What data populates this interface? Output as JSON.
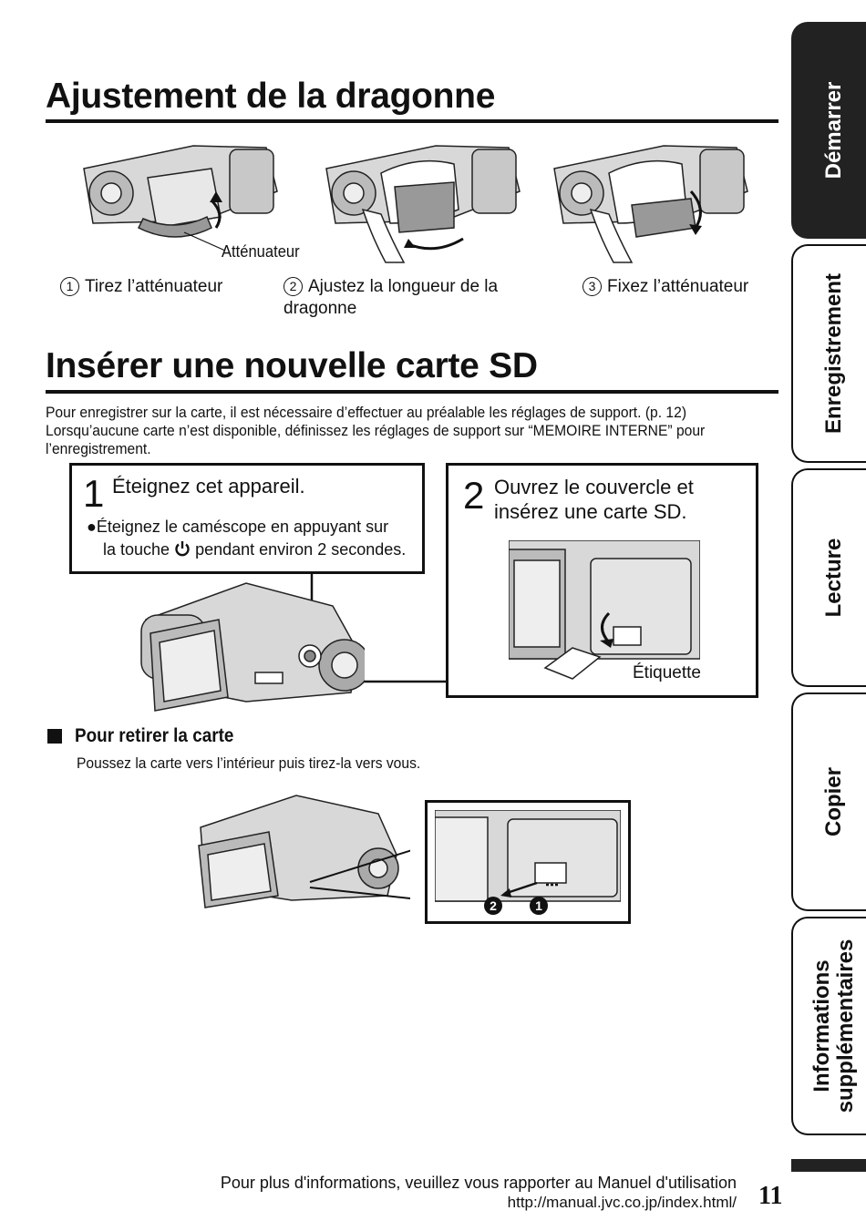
{
  "section1": {
    "title": "Ajustement de la dragonne",
    "callout": "Atténuateur",
    "steps": [
      {
        "num": "1",
        "label": "Tirez l’atténuateur"
      },
      {
        "num": "2",
        "label": "Ajustez la longueur de la dragonne"
      },
      {
        "num": "3",
        "label": "Fixez l’atténuateur"
      }
    ]
  },
  "section2": {
    "title": "Insérer une nouvelle carte SD",
    "intro": "Pour enregistrer sur la carte, il est nécessaire d’effectuer au préalable les réglages de support. (p. 12) Lorsqu’aucune carte n’est disponible, définissez les réglages de support sur “MEMOIRE INTERNE” pour l’enregistrement.",
    "step1": {
      "num": "1",
      "title": "Éteignez cet appareil.",
      "body_a": "Éteignez le caméscope en appuyant sur",
      "body_b": "la touche",
      "body_c": "pendant environ 2 secondes."
    },
    "step2": {
      "num": "2",
      "title": "Ouvrez le couvercle et insérez une carte SD.",
      "callout": "Étiquette"
    },
    "remove": {
      "title": "Pour retirer la carte",
      "body": "Poussez la carte vers l’intérieur puis tirez-la vers vous.",
      "marker1": "1",
      "marker2": "2"
    }
  },
  "tabs": [
    {
      "label": "Démarrer",
      "active": true
    },
    {
      "label": "Enregistrement",
      "active": false
    },
    {
      "label": "Lecture",
      "active": false
    },
    {
      "label": "Copier",
      "active": false
    },
    {
      "label_line1": "Informations",
      "label_line2": "supplémentaires",
      "active": false
    }
  ],
  "footer": {
    "line1": "Pour plus d'informations, veuillez vous rapporter au Manuel d'utilisation",
    "url": "http://manual.jvc.co.jp/index.html/",
    "page": "11"
  },
  "icons": {
    "power": "power-icon",
    "bullet": "bullet-icon",
    "square": "square-bullet-icon"
  }
}
